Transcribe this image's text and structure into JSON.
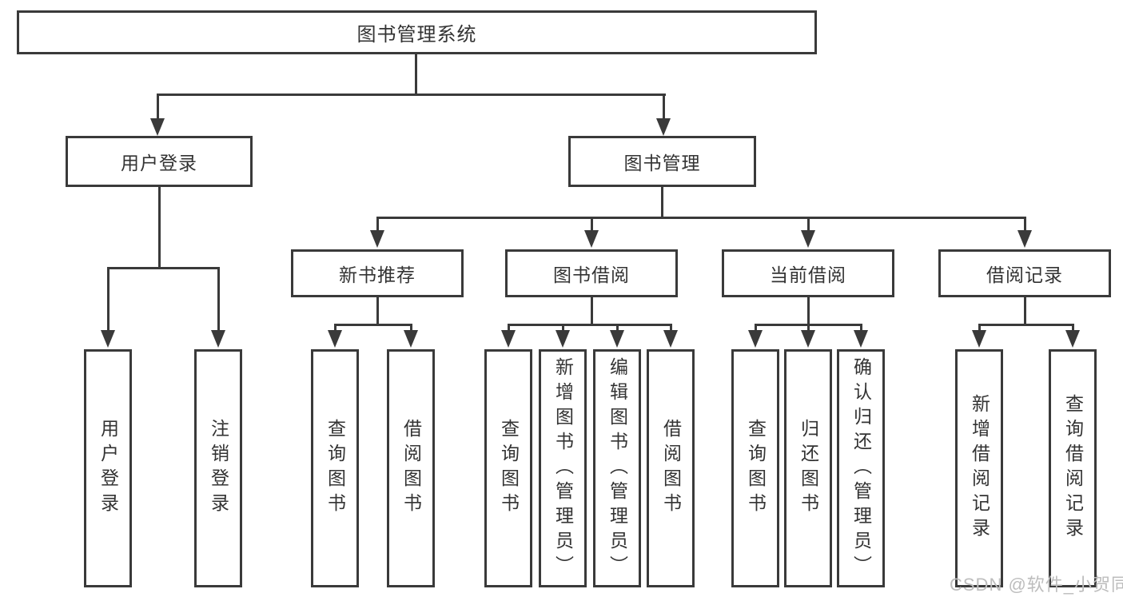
{
  "palette": {
    "line": "#3a3a3a",
    "text": "#333333",
    "watermark": "#bdbdbd",
    "bg": "#ffffff"
  },
  "diagram": {
    "root": {
      "label": "图书管理系统"
    },
    "branches": [
      {
        "label": "用户登录",
        "leaves": [
          {
            "label": "用户登录"
          },
          {
            "label": "注销登录"
          }
        ]
      },
      {
        "label": "图书管理",
        "groups": [
          {
            "label": "新书推荐",
            "leaves": [
              {
                "label": "查询图书"
              },
              {
                "label": "借阅图书"
              }
            ]
          },
          {
            "label": "图书借阅",
            "leaves": [
              {
                "label": "查询图书"
              },
              {
                "label": "新增图书（管理员）"
              },
              {
                "label": "编辑图书（管理员）"
              },
              {
                "label": "借阅图书"
              }
            ]
          },
          {
            "label": "当前借阅",
            "leaves": [
              {
                "label": "查询图书"
              },
              {
                "label": "归还图书"
              },
              {
                "label": "确认归还（管理员）"
              }
            ]
          },
          {
            "label": "借阅记录",
            "leaves": [
              {
                "label": "新增借阅记录"
              },
              {
                "label": "查询借阅记录"
              }
            ]
          }
        ]
      }
    ]
  },
  "watermark": {
    "text": "CSDN @软件_小贺同学"
  }
}
